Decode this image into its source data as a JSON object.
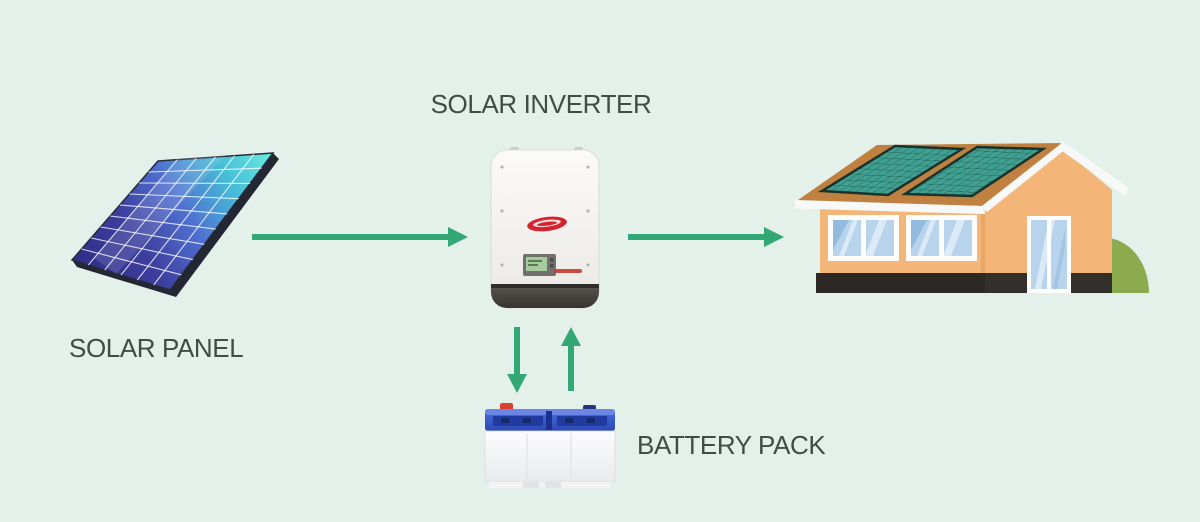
{
  "diagram": {
    "type": "flow-diagram",
    "background_color": "#e3f1ea",
    "arrow_color": "#33a877",
    "label_color": "#404d47",
    "labels": {
      "solar_panel": "SOLAR PANEL",
      "solar_inverter": "SOLAR INVERTER",
      "battery_pack": "BATTERY PACK"
    },
    "nodes": [
      "solar-panel",
      "solar-inverter",
      "house",
      "battery-pack"
    ],
    "connections": [
      {
        "from": "solar-panel",
        "to": "solar-inverter",
        "style": "arrow"
      },
      {
        "from": "solar-inverter",
        "to": "house",
        "style": "arrow"
      },
      {
        "from": "solar-inverter",
        "to": "battery-pack",
        "style": "arrow"
      },
      {
        "from": "battery-pack",
        "to": "solar-inverter",
        "style": "arrow"
      }
    ]
  }
}
